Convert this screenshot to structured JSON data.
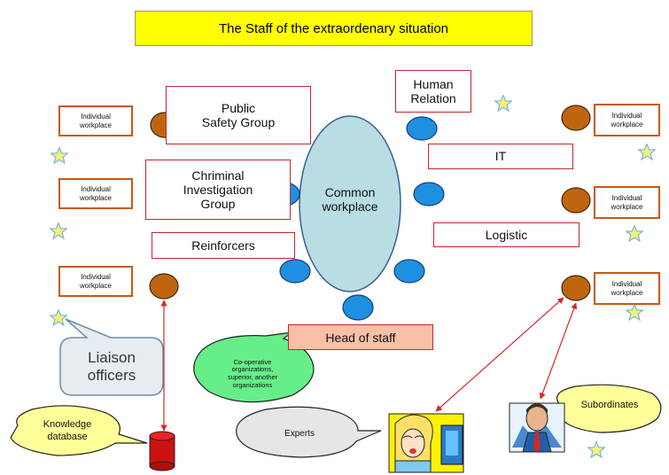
{
  "title": "The Staff of the extraordenary situation",
  "center": {
    "label": "Common\nworkplace"
  },
  "groups": {
    "public_safety": "Public\nSafety Group",
    "criminal": "Chriminal\nInvestigation\nGroup",
    "reinforcers": "Reinforcers",
    "human_relation": "Human\nRelation",
    "it": "IT",
    "logistic": "Logistic",
    "head_of_staff": "Head of staff"
  },
  "workplaces": {
    "left_1": "Individual\nworkplace",
    "left_2": "Individual\nworkplace",
    "left_3": "Individual\nworkplace",
    "right_1": "Individual\nworkplace",
    "right_2": "Individual\nworkplace",
    "right_3": "Individual\nworkplace"
  },
  "callouts": {
    "liaison": "Liaison\nofficers",
    "cooperative": "Co-operative\norganizations,\nsuperior, another\norganizations",
    "knowledge": "Knowledge\ndatabase",
    "experts": "Experts",
    "subordinates": "Subordinates"
  },
  "colors": {
    "title_bg": "#ffff00",
    "group_border": "#c0282d",
    "workplace_border": "#c65a12",
    "seat_brown": "#c0650f",
    "seat_blue": "#1e90e0",
    "center_fill": "#b8dde3",
    "callout_green": "#66ee88",
    "callout_gray": "#e6e6e6",
    "callout_yellow": "#ffff99",
    "star": "#f2f27a",
    "arrow_red": "#d62828",
    "database_red": "#cc1111"
  }
}
